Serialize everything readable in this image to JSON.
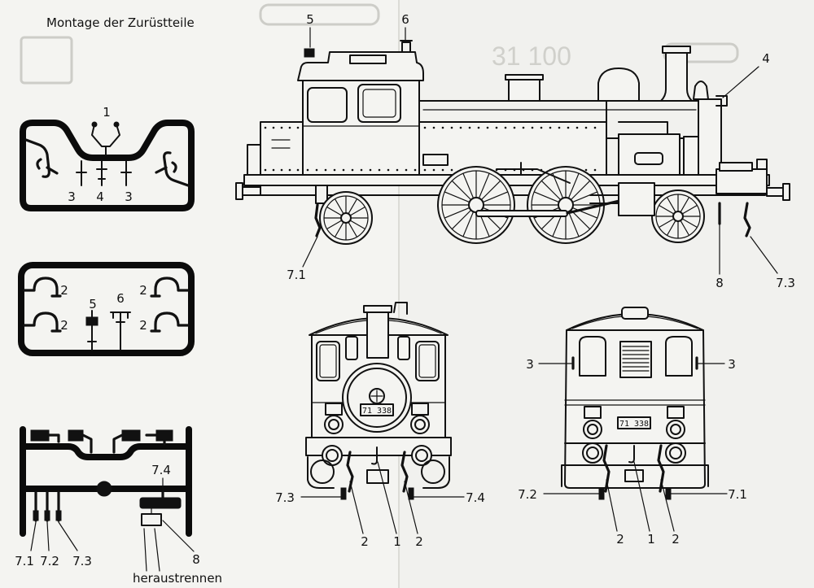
{
  "title": "Montage der Zurüstteile",
  "background": {
    "faint_catalog_number": "31 100"
  },
  "sprues": {
    "upper": {
      "labels": [
        "1",
        "3",
        "4",
        "3"
      ]
    },
    "middle": {
      "labels": [
        "2",
        "2",
        "5",
        "6",
        "2",
        "2"
      ]
    },
    "lower": {
      "labels": [
        "7.4",
        "7.1",
        "7.2",
        "7.3",
        "8"
      ],
      "cut_note": "heraustrennen"
    }
  },
  "side_view": {
    "labels": [
      "5",
      "6",
      "4",
      "7.1",
      "8",
      "7.3"
    ]
  },
  "front_view": {
    "number_plate": "71 338",
    "labels": [
      "7.3",
      "2",
      "1",
      "2",
      "7.4"
    ]
  },
  "rear_view": {
    "number_plate": "71 338",
    "labels": [
      "3",
      "3",
      "7.2",
      "2",
      "1",
      "2",
      "7.1"
    ]
  },
  "colors": {
    "paper": "#f4f4f1",
    "ink": "#111111",
    "bleed_through": "#d0d0cb"
  }
}
